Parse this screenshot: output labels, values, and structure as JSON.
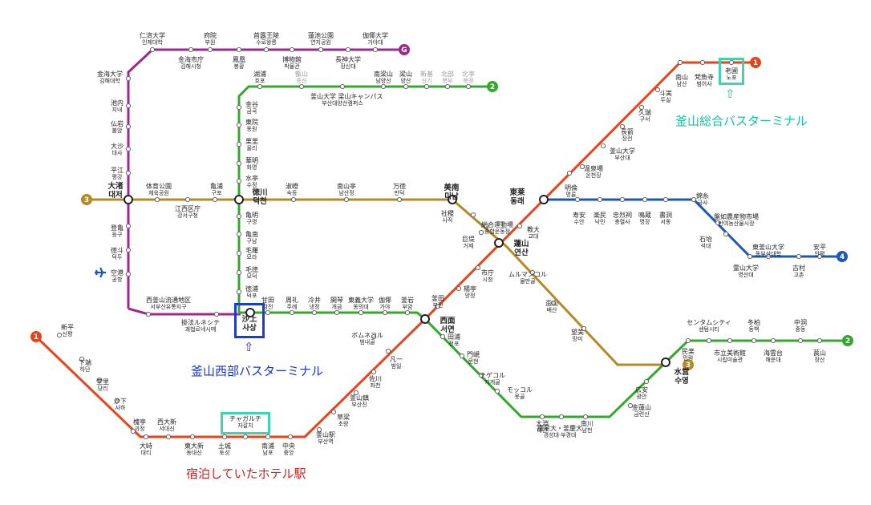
{
  "colors": {
    "line1": "#e8431b",
    "line2": "#34a82c",
    "line3": "#b58a24",
    "line4": "#1e58b4",
    "gimhae": "#9c2a8c",
    "highlight_green": "#3fd4b0",
    "highlight_blue": "#1a3fc4"
  },
  "line_badges": {
    "line1": "1",
    "line2": "2",
    "line3": "3",
    "line4": "4",
    "gimhae": "G"
  },
  "icons": {
    "airport": "airplane-icon"
  },
  "stations": [
    {
      "id": "s_injae",
      "ja": "仁済大学",
      "ko": "인제대학"
    },
    {
      "id": "s_buwon",
      "ja": "府院",
      "ko": "부원"
    },
    {
      "id": "s_suro",
      "ja": "首露王陵",
      "ko": "수로왕릉"
    },
    {
      "id": "s_yeonji",
      "ja": "蓮池公園",
      "ko": "연지공원"
    },
    {
      "id": "s_gaya",
      "ja": "伽倻大学",
      "ko": "가야대"
    },
    {
      "id": "s_gimhaeuniv",
      "ja": "金海大学",
      "ko": "김해대학"
    },
    {
      "id": "s_gimhaecity",
      "ja": "金海市庁",
      "ko": "김해시청"
    },
    {
      "id": "s_bonghwang",
      "ja": "鳳凰",
      "ko": "봉황"
    },
    {
      "id": "s_museum",
      "ja": "博物館",
      "ko": "박물관"
    },
    {
      "id": "s_jangsin",
      "ja": "長神大学",
      "ko": "장신대"
    },
    {
      "id": "s_jinae",
      "ja": "池内",
      "ko": "지내"
    },
    {
      "id": "s_bureom",
      "ja": "仏岩",
      "ko": "불암"
    },
    {
      "id": "s_daesa",
      "ja": "大沙",
      "ko": "대사"
    },
    {
      "id": "s_pyeonggang",
      "ja": "平江",
      "ko": "평강"
    },
    {
      "id": "s_daejeo",
      "ja": "大渚",
      "ko": "대저"
    },
    {
      "id": "s_deungu",
      "ja": "登亀",
      "ko": "등구"
    },
    {
      "id": "s_deokdu",
      "ja": "徳斗",
      "ko": "덕두"
    },
    {
      "id": "s_airport",
      "ja": "空港",
      "ko": "공항"
    },
    {
      "id": "s_seobusan",
      "ja": "西釜山流通地区",
      "ko": "서부산유통지구"
    },
    {
      "id": "s_gwaebeop",
      "ja": "掛法ルネシテ",
      "ko": "괘법르네시떼"
    },
    {
      "id": "s_sasang",
      "ja": "沙上",
      "ko": "사상"
    },
    {
      "id": "s_hoseo",
      "ja": "湖浦",
      "ko": "호포"
    },
    {
      "id": "s_jeungsan",
      "ja": "甑山",
      "ko": "증산",
      "gray": true
    },
    {
      "id": "s_namyangsan",
      "ja": "南梁山",
      "ko": "남양산"
    },
    {
      "id": "s_yangsan",
      "ja": "梁山",
      "ko": "양산"
    },
    {
      "id": "s_singi",
      "ja": "新基",
      "ko": "신기",
      "gray": true
    },
    {
      "id": "s_bukbu",
      "ja": "北部",
      "ko": "북부",
      "gray": true
    },
    {
      "id": "s_bukjeong",
      "ja": "北亭",
      "ko": "북정",
      "gray": true
    },
    {
      "id": "s_pnuyangsan",
      "ja": "釜山大学 梁山キャンパス",
      "ko": "부산대양산캠퍼스"
    },
    {
      "id": "s_geumgok",
      "ja": "金谷",
      "ko": "금곡"
    },
    {
      "id": "s_dongwon",
      "ja": "東院",
      "ko": "동원"
    },
    {
      "id": "s_yulli",
      "ja": "栗里",
      "ko": "율리"
    },
    {
      "id": "s_hwamyeong",
      "ja": "華明",
      "ko": "화명"
    },
    {
      "id": "s_sujeong",
      "ja": "水亭",
      "ko": "수정"
    },
    {
      "id": "s_deokcheon",
      "ja": "徳川",
      "ko": "덕천"
    },
    {
      "id": "s_gumyeong",
      "ja": "亀明",
      "ko": "구명"
    },
    {
      "id": "s_gunam",
      "ja": "亀南",
      "ko": "구남"
    },
    {
      "id": "s_mora",
      "ja": "毛羅",
      "ko": "모라"
    },
    {
      "id": "s_modeok",
      "ja": "毛徳",
      "ko": "모덕"
    },
    {
      "id": "s_deokpo",
      "ja": "徳浦",
      "ko": "덕포"
    },
    {
      "id": "s_sportspark",
      "ja": "体育公園",
      "ko": "체육공원"
    },
    {
      "id": "s_gangseo",
      "ja": "江西区庁",
      "ko": "강서구청"
    },
    {
      "id": "s_gupo",
      "ja": "亀浦",
      "ko": "구포"
    },
    {
      "id": "s_sukdeung",
      "ja": "淑嶝",
      "ko": "숙등"
    },
    {
      "id": "s_namsanjeong",
      "ja": "南山亭",
      "ko": "남산정"
    },
    {
      "id": "s_mandeok",
      "ja": "万徳",
      "ko": "만덕"
    },
    {
      "id": "s_minam",
      "ja": "美南",
      "ko": "미남"
    },
    {
      "id": "s_sajik",
      "ja": "社稷",
      "ko": "사직"
    },
    {
      "id": "s_sports",
      "ja": "総合運動場",
      "ko": "종합운동장"
    },
    {
      "id": "s_geoje",
      "ja": "巨堤",
      "ko": "거제"
    },
    {
      "id": "s_yeonsan",
      "ja": "蓮山",
      "ko": "연산"
    },
    {
      "id": "s_mulmangol",
      "ja": "ムルマンコル",
      "ko": "물만골"
    },
    {
      "id": "s_baesan",
      "ja": "盃山",
      "ko": "배산"
    },
    {
      "id": "s_mangmi",
      "ja": "望美",
      "ko": "망미"
    },
    {
      "id": "s_suyeong",
      "ja": "水営",
      "ko": "수영"
    },
    {
      "id": "s_dongnae",
      "ja": "東莱",
      "ko": "동래"
    },
    {
      "id": "s_gyodae",
      "ja": "教大",
      "ko": "교대"
    },
    {
      "id": "s_myeongnyun",
      "ja": "明倫",
      "ko": "명륜"
    },
    {
      "id": "s_oncheonjang",
      "ja": "温泉場",
      "ko": "온천장"
    },
    {
      "id": "s_pnu",
      "ja": "釜山大学",
      "ko": "부산대"
    },
    {
      "id": "s_jangjeon",
      "ja": "長箭",
      "ko": "장전"
    },
    {
      "id": "s_guseo",
      "ja": "久瑞",
      "ko": "구서"
    },
    {
      "id": "s_dusil",
      "ja": "斗実",
      "ko": "두실"
    },
    {
      "id": "s_namsan",
      "ja": "南山",
      "ko": "남산"
    },
    {
      "id": "s_beomeosa",
      "ja": "梵魚寺",
      "ko": "범어사"
    },
    {
      "id": "s_nopo",
      "ja": "老圃",
      "ko": "노포"
    },
    {
      "id": "s_suan",
      "ja": "寿安",
      "ko": "수안"
    },
    {
      "id": "s_nangmin",
      "ja": "楽民",
      "ko": "낙민"
    },
    {
      "id": "s_chungnyeol",
      "ja": "忠烈祠",
      "ko": "충렬사"
    },
    {
      "id": "s_myeongjang",
      "ja": "鳴蔵",
      "ko": "명장"
    },
    {
      "id": "s_seodong",
      "ja": "書洞",
      "ko": "서동"
    },
    {
      "id": "s_geumsa",
      "ja": "錦糸",
      "ko": "금사"
    },
    {
      "id": "s_banyeo",
      "ja": "盤如農産物市場",
      "ko": "반여농산물시장"
    },
    {
      "id": "s_seokdae",
      "ja": "石坮",
      "ko": "석대"
    },
    {
      "id": "s_youngsan",
      "ja": "霊山大学",
      "ko": "영산대"
    },
    {
      "id": "s_dongbusan",
      "ja": "東釜山大学",
      "ko": "동부산대학"
    },
    {
      "id": "s_gochon",
      "ja": "古村",
      "ko": "고촌"
    },
    {
      "id": "s_anpyeong",
      "ja": "安平",
      "ko": "안평"
    },
    {
      "id": "s_gamjeon",
      "ja": "甘田",
      "ko": "감전"
    },
    {
      "id": "s_jurye",
      "ja": "周礼",
      "ko": "주례"
    },
    {
      "id": "s_naengjeong",
      "ja": "冷井",
      "ko": "냉정"
    },
    {
      "id": "s_gaegeum",
      "ja": "開琴",
      "ko": "개금"
    },
    {
      "id": "s_dongeui",
      "ja": "東義大学",
      "ko": "동의대"
    },
    {
      "id": "s_gaya2",
      "ja": "伽倻",
      "ko": "가야"
    },
    {
      "id": "s_buam",
      "ja": "釜岩",
      "ko": "부암"
    },
    {
      "id": "s_seomyeon",
      "ja": "西面",
      "ko": "서면"
    },
    {
      "id": "s_jeonpo",
      "ja": "田浦",
      "ko": "전포"
    },
    {
      "id": "s_munhyeon",
      "ja": "門峴",
      "ko": "문현"
    },
    {
      "id": "s_jigegol",
      "ja": "チゲコル",
      "ko": "지게골"
    },
    {
      "id": "s_motgol",
      "ja": "モッコル",
      "ko": "못골"
    },
    {
      "id": "s_daeyeon",
      "ja": "大淵",
      "ko": "대연"
    },
    {
      "id": "s_kyungsung",
      "ja": "慶星大・釜慶大",
      "ko": "경성대·부경대"
    },
    {
      "id": "s_namcheon",
      "ja": "南川",
      "ko": "남천"
    },
    {
      "id": "s_geumnyeonsan",
      "ja": "金蓮山",
      "ko": "금련산"
    },
    {
      "id": "s_gwangan",
      "ja": "広安",
      "ko": "광안"
    },
    {
      "id": "s_millak",
      "ja": "民楽",
      "ko": "민락"
    },
    {
      "id": "s_centum",
      "ja": "センタムシティ",
      "ko": "센텀시티"
    },
    {
      "id": "s_dongbaek",
      "ja": "冬柏",
      "ko": "동백"
    },
    {
      "id": "s_jung",
      "ja": "中洞",
      "ko": "중동"
    },
    {
      "id": "s_artmuseum",
      "ja": "市立美術館",
      "ko": "시립미술관"
    },
    {
      "id": "s_haeundae",
      "ja": "海雲台",
      "ko": "해운대"
    },
    {
      "id": "s_jangsan",
      "ja": "萇山",
      "ko": "장산"
    },
    {
      "id": "s_bujeon",
      "ja": "釜田",
      "ko": "부전"
    },
    {
      "id": "s_yangjeong",
      "ja": "楊亭",
      "ko": "양정"
    },
    {
      "id": "s_cityhall",
      "ja": "市庁",
      "ko": "시청"
    },
    {
      "id": "s_beomnaegol",
      "ja": "ボムネコル",
      "ko": "범내골"
    },
    {
      "id": "s_beomil",
      "ja": "凡一",
      "ko": "범일"
    },
    {
      "id": "s_jwacheon",
      "ja": "佐川",
      "ko": "좌천"
    },
    {
      "id": "s_busanjin",
      "ja": "釜山鎮",
      "ko": "부산진"
    },
    {
      "id": "s_choryang",
      "ja": "草梁",
      "ko": "초량"
    },
    {
      "id": "s_busanstn",
      "ja": "釜山駅",
      "ko": "부산역"
    },
    {
      "id": "s_jungang",
      "ja": "中央",
      "ko": "중앙"
    },
    {
      "id": "s_nampo",
      "ja": "南浦",
      "ko": "남포"
    },
    {
      "id": "s_jagalchi",
      "ja": "チャガルチ",
      "ko": "자갈치"
    },
    {
      "id": "s_toseong",
      "ja": "土城",
      "ko": "토성"
    },
    {
      "id": "s_dongdaesin",
      "ja": "東大新",
      "ko": "동대신"
    },
    {
      "id": "s_seodaesin",
      "ja": "西大新",
      "ko": "서대신"
    },
    {
      "id": "s_daeti",
      "ja": "大峙",
      "ko": "대티"
    },
    {
      "id": "s_goejeong",
      "ja": "槐亭",
      "ko": "괴정"
    },
    {
      "id": "s_saha",
      "ja": "沙下",
      "ko": "사하"
    },
    {
      "id": "s_dangni",
      "ja": "堂里",
      "ko": "당리"
    },
    {
      "id": "s_hadan",
      "ja": "下端",
      "ko": "하단"
    },
    {
      "id": "s_sinpyeong",
      "ja": "新平",
      "ko": "신평"
    }
  ],
  "annotations": {
    "bus_terminal_general": "釜山総合バスターミナル",
    "bus_terminal_west": "釜山西部バスターミナル",
    "hotel_station": "宿泊していたホテル駅",
    "arrow": "⇧"
  }
}
